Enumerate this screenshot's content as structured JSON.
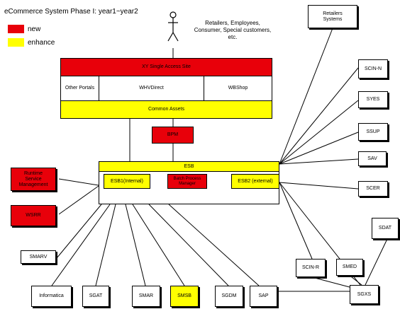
{
  "title": "eCommerce System Phase I: year1~year2",
  "legend": {
    "new": "new",
    "enhance": "enhance",
    "new_color": "#e8000a",
    "enhance_color": "#ffff00"
  },
  "actor_label": "Retailers, Employees,\nConsumer, Special customers,\netc.",
  "stack": {
    "access_site": "XY Single Access Site",
    "other_portals": "Other Portals",
    "whvdirect": "WHVDirect",
    "wbshop": "WBShop",
    "common_assets": "Common Assets",
    "bpm": "BPM",
    "esb": "ESB",
    "esb1": "ESB1(Internal)",
    "batch": "Batch Process\nManager",
    "esb2": "ESB2 (external)"
  },
  "left": {
    "rsm": "Runtime\nService\nManagement",
    "wsrr": "WSRR"
  },
  "right": {
    "retailers_systems": "Retailers\nSystems",
    "scin_n": "SCIN-N",
    "syes": "SYES",
    "ssup": "SSUP",
    "sav": "SAV",
    "scer": "SCER",
    "sdat": "SDAT",
    "smed": "SMED",
    "scin_r": "SCIN-R",
    "sgxs": "SGXS"
  },
  "bottom": {
    "smarv": "SMARV",
    "informatica": "Informatica",
    "sgat": "SGAT",
    "smar": "SMAR",
    "smsb": "SMSB",
    "sgdm": "SGDM",
    "sap": "SAP"
  }
}
